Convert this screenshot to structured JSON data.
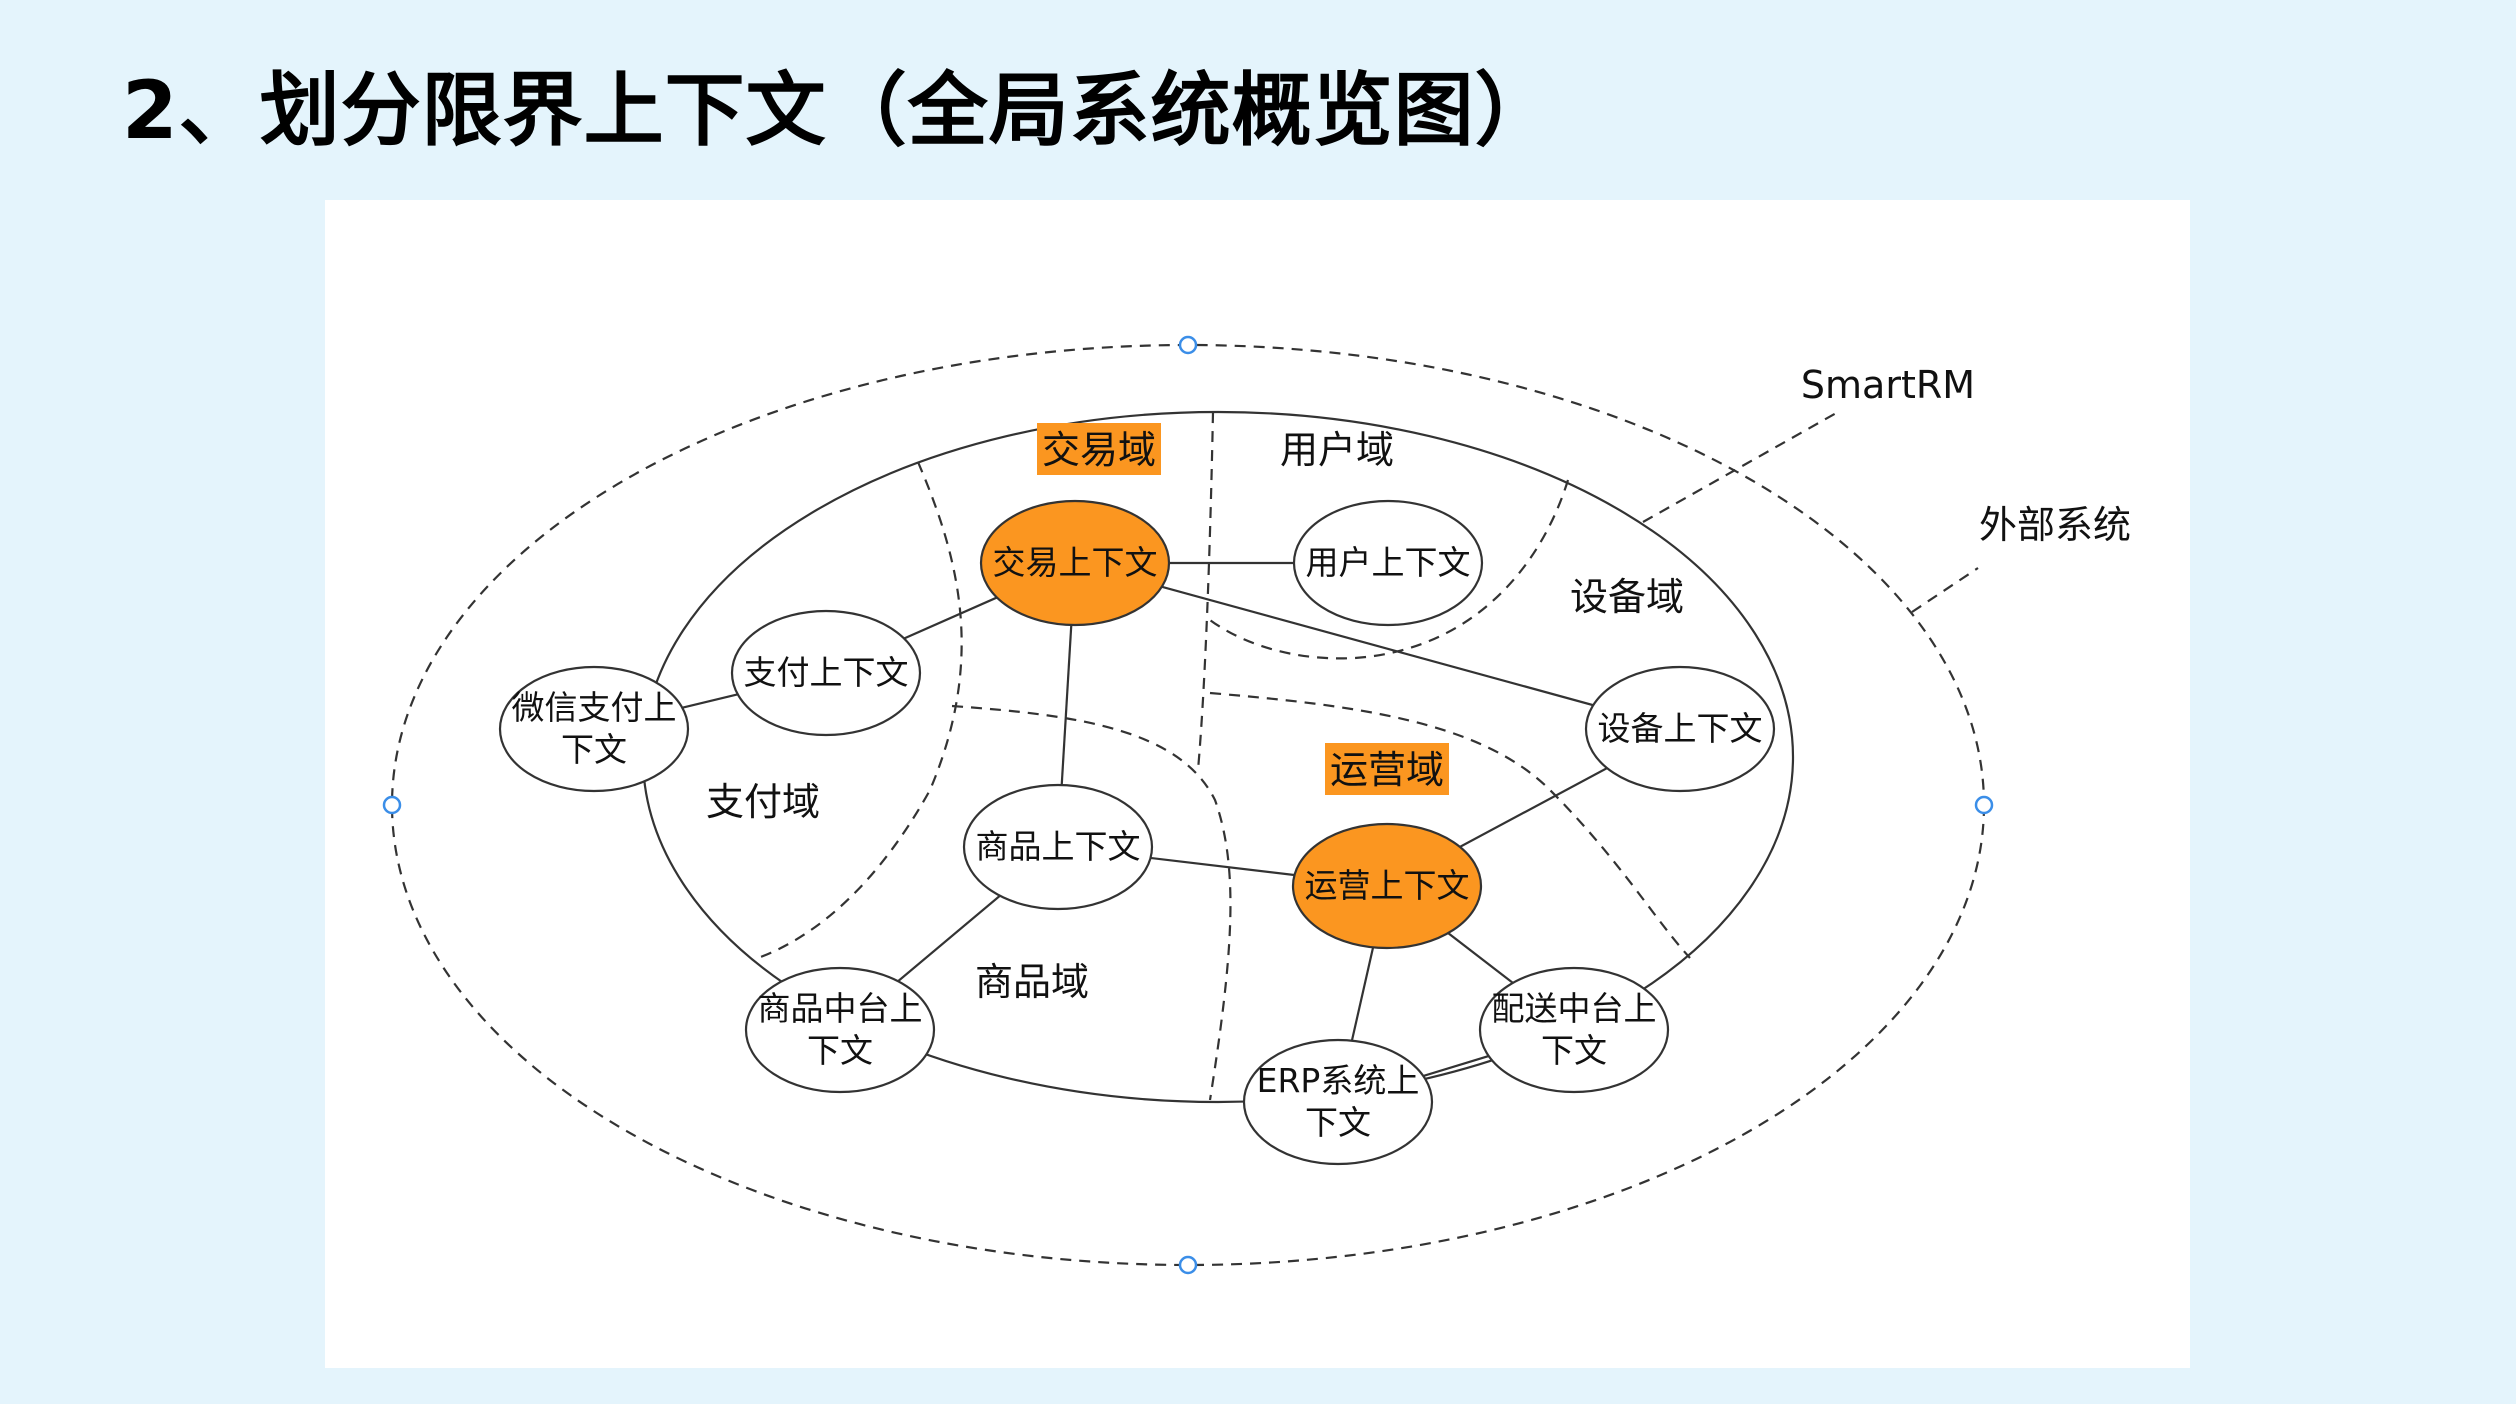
{
  "title": "2、划分限界上下文（全局系统概览图）",
  "colors": {
    "highlight": "#fb9620",
    "background": "#e4f4fc",
    "canvas": "#ffffff",
    "line": "#333333",
    "handle": "#3b8ee8"
  },
  "outer_boundary": {
    "label": "外部系统"
  },
  "system_boundary": {
    "label": "SmartRM"
  },
  "domains": [
    {
      "id": "trade",
      "label": "交易域",
      "highlighted": true
    },
    {
      "id": "user",
      "label": "用户域",
      "highlighted": false
    },
    {
      "id": "device",
      "label": "设备域",
      "highlighted": false
    },
    {
      "id": "ops",
      "label": "运营域",
      "highlighted": true
    },
    {
      "id": "payment",
      "label": "支付域",
      "highlighted": false
    },
    {
      "id": "product",
      "label": "商品域",
      "highlighted": false
    }
  ],
  "contexts": [
    {
      "id": "trade",
      "lines": [
        "交易上下文"
      ],
      "core": true
    },
    {
      "id": "user",
      "lines": [
        "用户上下文"
      ],
      "core": false
    },
    {
      "id": "pay",
      "lines": [
        "支付上下文"
      ],
      "core": false
    },
    {
      "id": "wechat",
      "lines": [
        "微信支付上",
        "下文"
      ],
      "core": false
    },
    {
      "id": "device",
      "lines": [
        "设备上下文"
      ],
      "core": false
    },
    {
      "id": "product",
      "lines": [
        "商品上下文"
      ],
      "core": false
    },
    {
      "id": "ops",
      "lines": [
        "运营上下文"
      ],
      "core": true
    },
    {
      "id": "pmc",
      "lines": [
        "商品中台上",
        "下文"
      ],
      "core": false
    },
    {
      "id": "erp",
      "lines": [
        "ERP系统上",
        "下文"
      ],
      "core": false
    },
    {
      "id": "delivery",
      "lines": [
        "配送中台上",
        "下文"
      ],
      "core": false
    }
  ],
  "relations": [
    [
      "trade",
      "user"
    ],
    [
      "trade",
      "pay"
    ],
    [
      "pay",
      "wechat"
    ],
    [
      "trade",
      "device"
    ],
    [
      "trade",
      "product"
    ],
    [
      "product",
      "ops"
    ],
    [
      "product",
      "pmc"
    ],
    [
      "ops",
      "device"
    ],
    [
      "ops",
      "erp"
    ],
    [
      "ops",
      "delivery"
    ],
    [
      "erp",
      "delivery"
    ]
  ]
}
